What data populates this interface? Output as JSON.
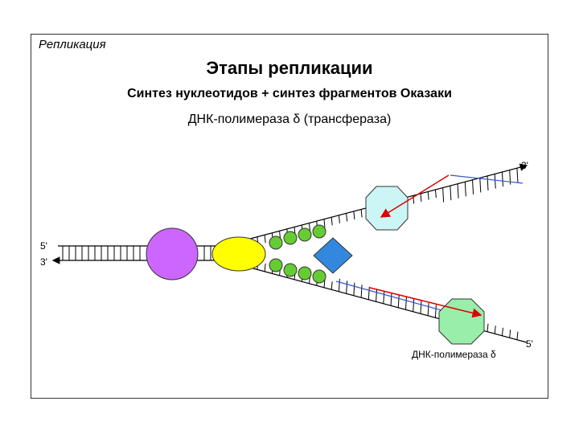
{
  "header": {
    "section": "Репликация",
    "title": "Этапы репликации",
    "subtitle": "Синтез нуклеотидов + синтез фрагментов Оказаки",
    "enzyme": "ДНК-полимераза δ (трансфераза)"
  },
  "labels": {
    "upper_right": "3'",
    "left_top": "5'",
    "left_bottom": "3'",
    "lower_right": "5'",
    "polymerase_caption": "ДНК-полимераза δ"
  },
  "colors": {
    "purple_protein": "#cc66ff",
    "yellow_protein": "#ffff00",
    "green_beads": "#66cc33",
    "blue_diamond": "#3388dd",
    "hexagon_upper": "#ccf5f5",
    "octagon_lower": "#99eeaa",
    "new_strand": "#dd0000",
    "template_blue": "#3355cc"
  }
}
